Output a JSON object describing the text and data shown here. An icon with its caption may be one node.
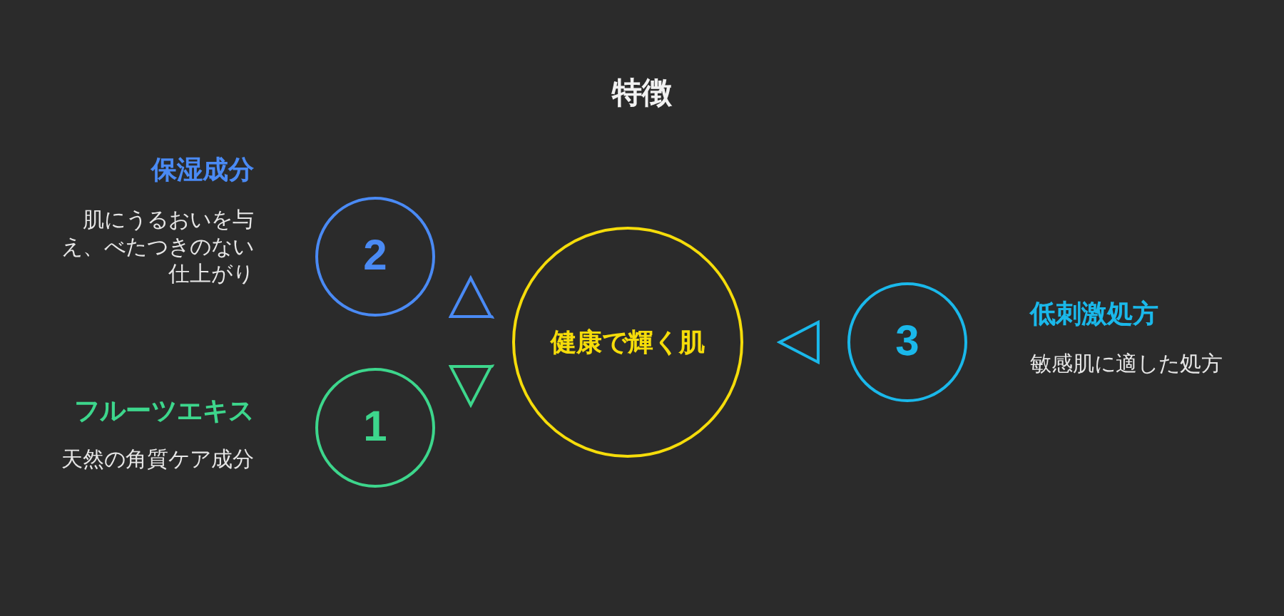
{
  "diagram": {
    "title": "特徴",
    "nodes": [
      {
        "text": [
          "2"
        ],
        "beside": [
          "保湿成分",
          "肌にうるおいを与え、べたつきのない仕上がり"
        ]
      },
      {
        "text": [
          "健康で輝く肌"
        ]
      },
      {
        "text": [
          "3"
        ],
        "beside": [
          "低刺激処方",
          "敏感肌に適した処方"
        ]
      },
      {
        "text": [
          "1"
        ],
        "beside": [
          "フルーツエキス",
          "天然の角質ケア成分"
        ]
      }
    ],
    "edges": [
      {
        "from": 1,
        "to": 0,
        "arrow": "to",
        "color": "#4a8af4"
      },
      {
        "from": 1,
        "to": 3,
        "arrow": "to",
        "color": "#3dd68c"
      },
      {
        "from": 2,
        "to": 1,
        "arrow": "to",
        "color": "#1ab8ea"
      }
    ]
  }
}
